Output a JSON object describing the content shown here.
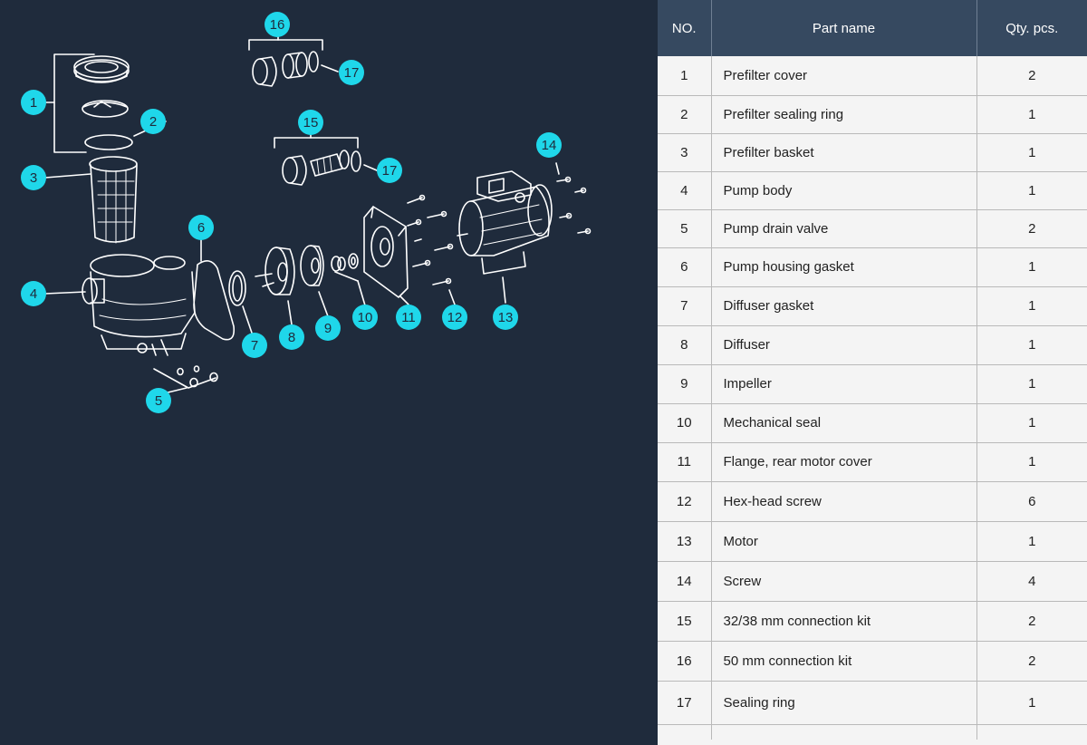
{
  "colors": {
    "background": "#1f2b3c",
    "callout": "#1fd7ea",
    "header_bg": "#364960",
    "table_bg": "#f4f4f4",
    "line": "#ffffff"
  },
  "table": {
    "headers": {
      "no": "NO.",
      "name": "Part name",
      "qty": "Qty. pcs."
    },
    "rows": [
      {
        "no": "1",
        "name": "Prefilter cover",
        "qty": "2"
      },
      {
        "no": "2",
        "name": "Prefilter sealing ring",
        "qty": "1"
      },
      {
        "no": "3",
        "name": "Prefilter basket",
        "qty": "1"
      },
      {
        "no": "4",
        "name": "Pump body",
        "qty": "1"
      },
      {
        "no": "5",
        "name": "Pump drain valve",
        "qty": "2"
      },
      {
        "no": "6",
        "name": "Pump housing gasket",
        "qty": "1"
      },
      {
        "no": "7",
        "name": "Diffuser gasket",
        "qty": "1"
      },
      {
        "no": "8",
        "name": "Diffuser",
        "qty": "1"
      },
      {
        "no": "9",
        "name": "Impeller",
        "qty": "1"
      },
      {
        "no": "10",
        "name": "Mechanical seal",
        "qty": "1"
      },
      {
        "no": "11",
        "name": "Flange, rear motor cover",
        "qty": "1"
      },
      {
        "no": "12",
        "name": "Hex-head screw",
        "qty": "6"
      },
      {
        "no": "13",
        "name": "Motor",
        "qty": "1"
      },
      {
        "no": "14",
        "name": "Screw",
        "qty": "4"
      },
      {
        "no": "15",
        "name": "32/38 mm connection kit",
        "qty": "2"
      },
      {
        "no": "16",
        "name": "50 mm connection kit",
        "qty": "2"
      },
      {
        "no": "17",
        "name": "Sealing ring",
        "qty": "1"
      }
    ]
  },
  "diagram": {
    "callouts": [
      {
        "id": "c1",
        "label": "1"
      },
      {
        "id": "c2",
        "label": "2"
      },
      {
        "id": "c3",
        "label": "3"
      },
      {
        "id": "c4",
        "label": "4"
      },
      {
        "id": "c5",
        "label": "5"
      },
      {
        "id": "c6",
        "label": "6"
      },
      {
        "id": "c7",
        "label": "7"
      },
      {
        "id": "c8",
        "label": "8"
      },
      {
        "id": "c9",
        "label": "9"
      },
      {
        "id": "c10",
        "label": "10"
      },
      {
        "id": "c11",
        "label": "11"
      },
      {
        "id": "c12",
        "label": "12"
      },
      {
        "id": "c13",
        "label": "13"
      },
      {
        "id": "c14",
        "label": "14"
      },
      {
        "id": "c15",
        "label": "15"
      },
      {
        "id": "c16",
        "label": "16"
      },
      {
        "id": "c17a",
        "label": "17"
      },
      {
        "id": "c17b",
        "label": "17"
      }
    ]
  }
}
